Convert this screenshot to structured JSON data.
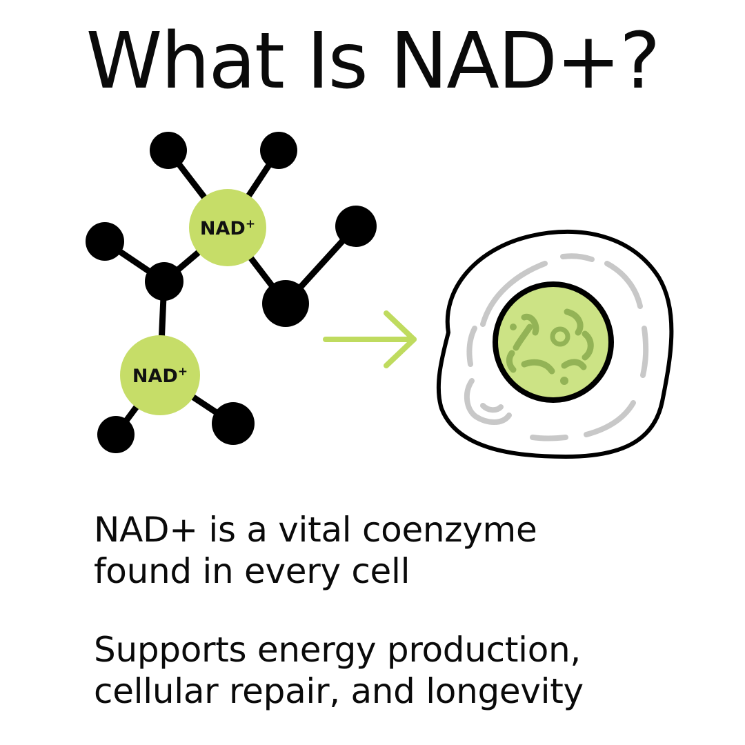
{
  "title": "What Is NAD+?",
  "diagram": {
    "molecule_nodes": [
      {
        "label": "NAD",
        "superscript": "+"
      },
      {
        "label": "NAD",
        "superscript": "+"
      }
    ],
    "icons": [
      "molecule-icon",
      "arrow-right-icon",
      "cell-icon"
    ],
    "colors": {
      "accent_green": "#c6dd68",
      "arrow_green": "#bfdb5f",
      "nucleus_green": "#cce385",
      "organelle_green": "#93b356",
      "membrane_gray": "#c8c8c8",
      "ink": "#000000"
    }
  },
  "body": {
    "line_1": "NAD+ is a vital coenzyme",
    "line_2": "found in every cell",
    "line_3": "Supports energy production,",
    "line_4": "cellular repair, and longevity"
  }
}
